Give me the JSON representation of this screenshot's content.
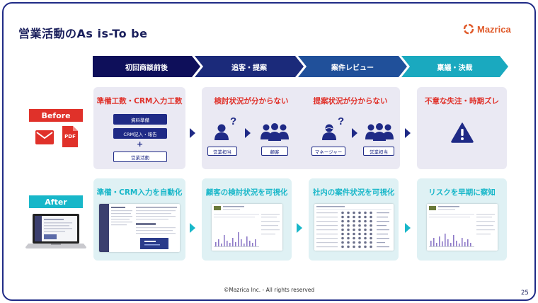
{
  "title": "営業活動のAs is-To be",
  "logo": {
    "text": "Mazrica",
    "color": "#e05a2a"
  },
  "stages": [
    {
      "label": "初回商談前後",
      "color": "#0e0f5a"
    },
    {
      "label": "追客・提案",
      "color": "#1b2a7a"
    },
    {
      "label": "案件レビュー",
      "color": "#20509a"
    },
    {
      "label": "稟議・決裁",
      "color": "#1aa9bf"
    }
  ],
  "before": {
    "tag": "Before",
    "tag_color": "#e0312a",
    "icons": [
      "mail-icon",
      "pdf-icon"
    ],
    "pdf_label": "PDF",
    "col1": {
      "heading": "準備工数・CRM入力工数",
      "box1": "資料準備",
      "box2": "CRM記入・報告",
      "plus": "+",
      "box3": "営業活動"
    },
    "col2": {
      "heading": "検討状況が分からない",
      "q": "?",
      "label1": "営業担当",
      "label2": "顧客"
    },
    "col3": {
      "heading": "提案状況が分からない",
      "q": "?",
      "label1": "マネージャー",
      "label2": "営業担当"
    },
    "col4": {
      "heading": "不意な失注・時期ズレ"
    }
  },
  "after": {
    "tag": "After",
    "tag_color": "#18b7c9",
    "col1": {
      "heading": "準備・CRM入力を自動化"
    },
    "col2": {
      "heading": "顧客の検討状況を可視化"
    },
    "col3": {
      "heading": "社内の案件状況を可視化"
    },
    "col4": {
      "heading": "リスクを早期に察知"
    }
  },
  "footer": "©Mazrica Inc. - All rights reserved",
  "page_number": "25"
}
